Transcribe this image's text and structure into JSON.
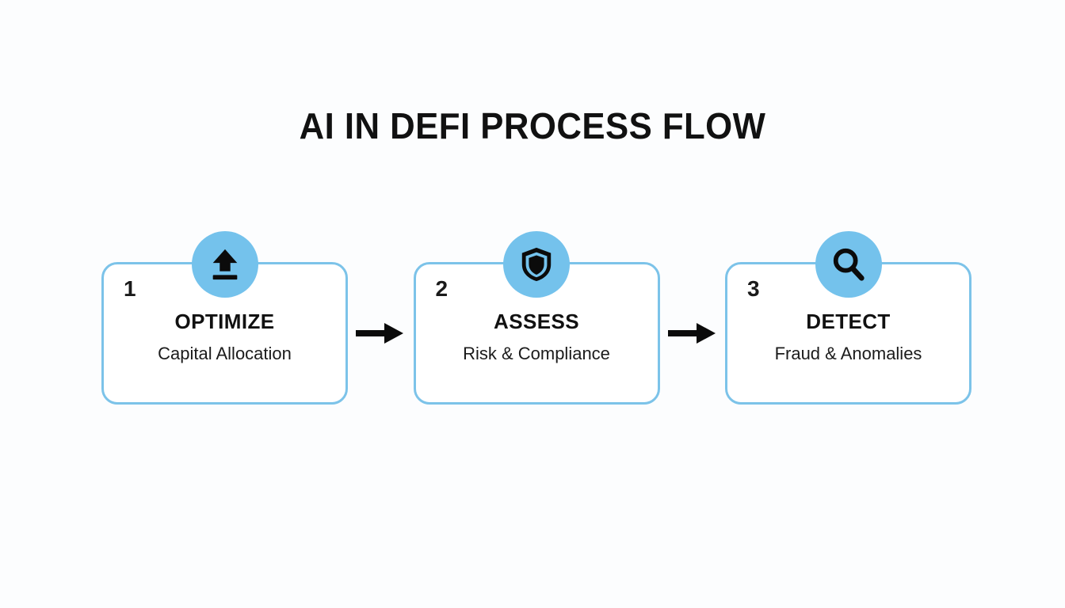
{
  "page": {
    "title": "AI IN DEFI PROCESS FLOW",
    "background_color": "#fcfdfe",
    "accent_color": "#74c2ec",
    "border_color": "#7cc3e9",
    "text_color": "#111111"
  },
  "flow": {
    "steps": [
      {
        "number": "1",
        "title": "OPTIMIZE",
        "subtitle": "Capital Allocation",
        "icon": "upload-icon"
      },
      {
        "number": "2",
        "title": "ASSESS",
        "subtitle": "Risk & Compliance",
        "icon": "shield-icon"
      },
      {
        "number": "3",
        "title": "DETECT",
        "subtitle": "Fraud & Anomalies",
        "icon": "search-icon"
      }
    ],
    "connectors": [
      {
        "icon": "arrow-right-icon"
      },
      {
        "icon": "arrow-right-icon"
      }
    ]
  }
}
